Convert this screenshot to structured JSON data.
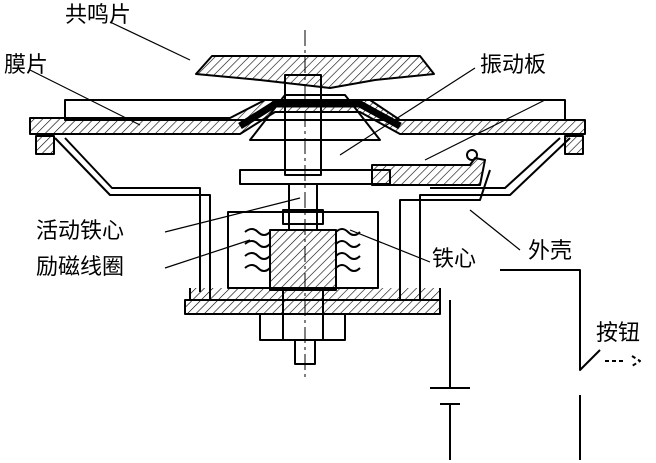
{
  "labels": {
    "resonator": "共鸣片",
    "diaphragm": "膜片",
    "vibration_plate": "振动板",
    "moving_core": "活动铁心",
    "excitation_coil": "励磁线圈",
    "iron_core": "铁心",
    "housing": "外壳",
    "button": "按钮"
  },
  "colors": {
    "ink": "#000000",
    "background": "#ffffff"
  }
}
